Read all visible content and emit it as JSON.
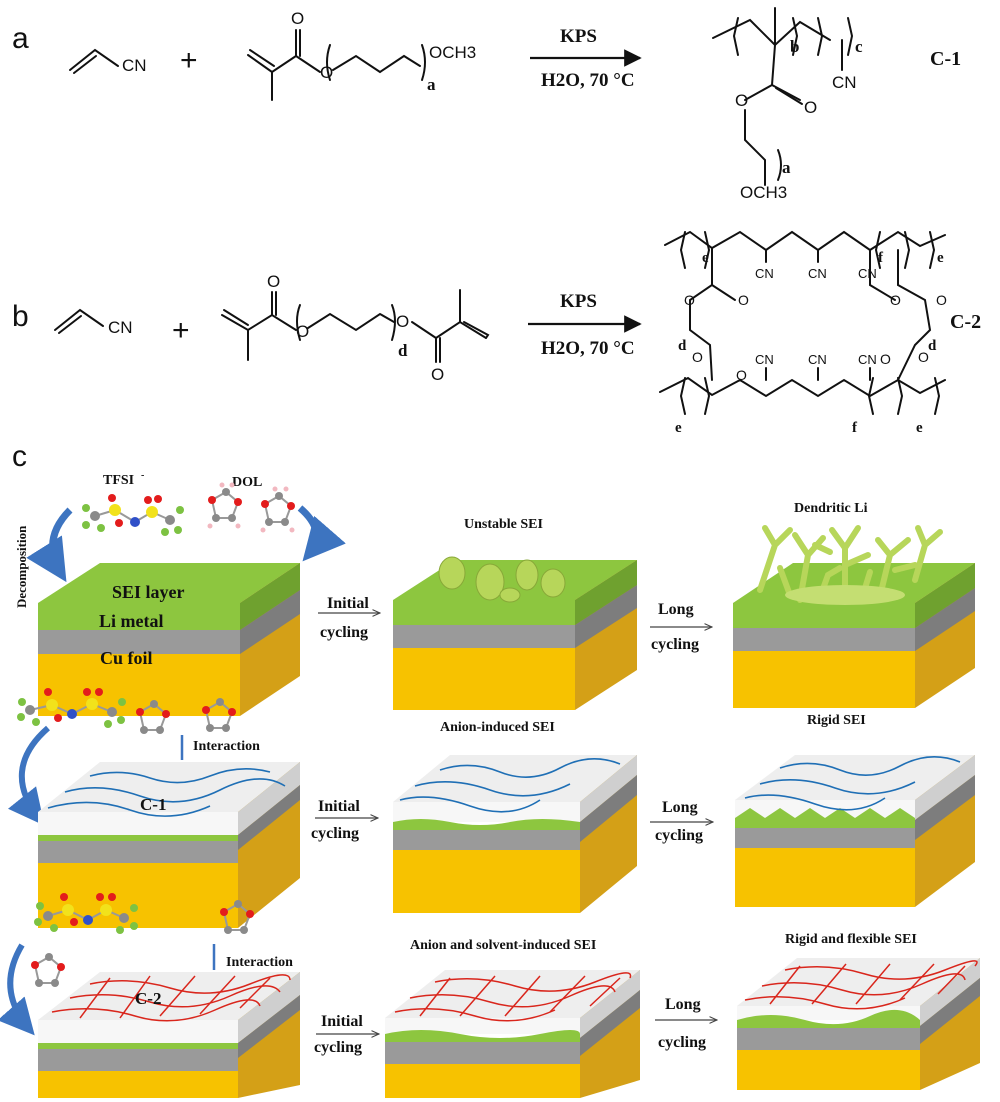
{
  "panels": {
    "a": "a",
    "b": "b",
    "c": "c"
  },
  "reaction_a": {
    "monomer1_group": "CN",
    "plus": "+",
    "o_carbonyl": "O",
    "o_ester": "O",
    "end_group": "OCH3",
    "repeat_index": "a",
    "reagent": "KPS",
    "conditions": "H2O, 70 °C",
    "product_index_b": "b",
    "product_index_c": "c",
    "product_cn": "CN",
    "product_o_ester": "O",
    "product_o_carbonyl": "O",
    "product_repeat": "a",
    "product_end": "OCH3",
    "product_label": "C-1"
  },
  "reaction_b": {
    "monomer1_group": "CN",
    "plus": "+",
    "o1": "O",
    "o2": "O",
    "o3": "O",
    "o4": "O",
    "repeat_index": "d",
    "reagent": "KPS",
    "conditions": "H2O, 70 °C",
    "product_label": "C-2",
    "idx_e": "e",
    "idx_f": "f",
    "idx_d": "d",
    "cn": "CN",
    "o": "O"
  },
  "panel_c": {
    "row1": {
      "tfsi": "TFSI",
      "tfsi_sup": "-",
      "dol": "DOL",
      "decomposition": "Decomposition",
      "layer_sei": "SEI layer",
      "layer_li": "Li metal",
      "layer_cu": "Cu foil",
      "arrow1_top": "Initial",
      "arrow1_bot": "cycling",
      "stage2": "Unstable SEI",
      "arrow2_top": "Long",
      "arrow2_bot": "cycling",
      "stage3": "Dendritic Li"
    },
    "row2": {
      "interaction": "Interaction",
      "polymer": "C-1",
      "arrow1_top": "Initial",
      "arrow1_bot": "cycling",
      "stage2": "Anion-induced SEI",
      "arrow2_top": "Long",
      "arrow2_bot": "cycling",
      "stage3": "Rigid SEI"
    },
    "row3": {
      "interaction": "Interaction",
      "polymer": "C-2",
      "arrow1_top": "Initial",
      "arrow1_bot": "cycling",
      "stage2": "Anion and  solvent-induced SEI",
      "arrow2_top": "Long",
      "arrow2_bot": "cycling",
      "stage3": "Rigid  and flexible SEI"
    }
  },
  "colors": {
    "sei_green": "#8dc63f",
    "li_gray": "#9a9a9a",
    "cu_gold": "#f7c200",
    "polymer_c1": "#1f6fb5",
    "polymer_c2": "#d9261c",
    "arrow_blue": "#3d74c0",
    "atom_c": "#8a8a8a",
    "atom_f": "#7dc242",
    "atom_o": "#e31c1c",
    "atom_s": "#f2e21b",
    "atom_n": "#3050c8",
    "atom_h": "#f2b8c0"
  }
}
